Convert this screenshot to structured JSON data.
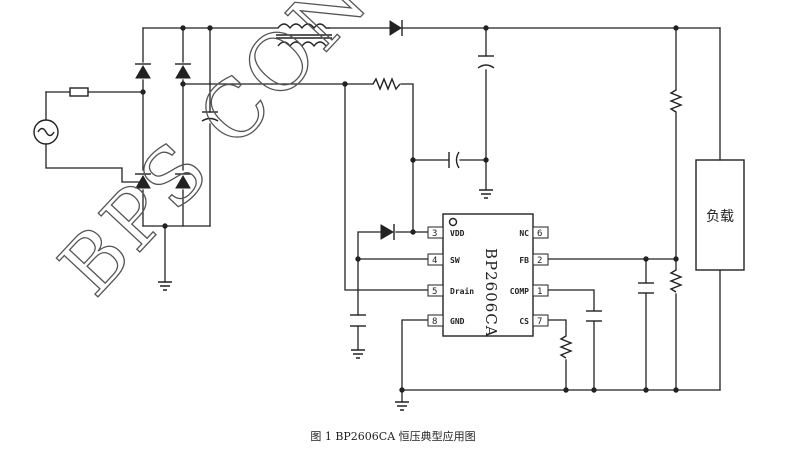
{
  "watermark": "BPS CONN",
  "chip": {
    "part_number": "BP2606CA",
    "pins": {
      "vdd": {
        "number": "3",
        "label": "VDD"
      },
      "sw": {
        "number": "4",
        "label": "SW"
      },
      "drain": {
        "number": "5",
        "label": "Drain"
      },
      "gnd": {
        "number": "8",
        "label": "GND"
      },
      "nc": {
        "number": "6",
        "label": "NC"
      },
      "fb": {
        "number": "2",
        "label": "FB"
      },
      "comp": {
        "number": "1",
        "label": "COMP"
      },
      "cs": {
        "number": "7",
        "label": "CS"
      }
    }
  },
  "load_label": "负载",
  "caption": "图 1  BP2606CA 恒压典型应用图"
}
